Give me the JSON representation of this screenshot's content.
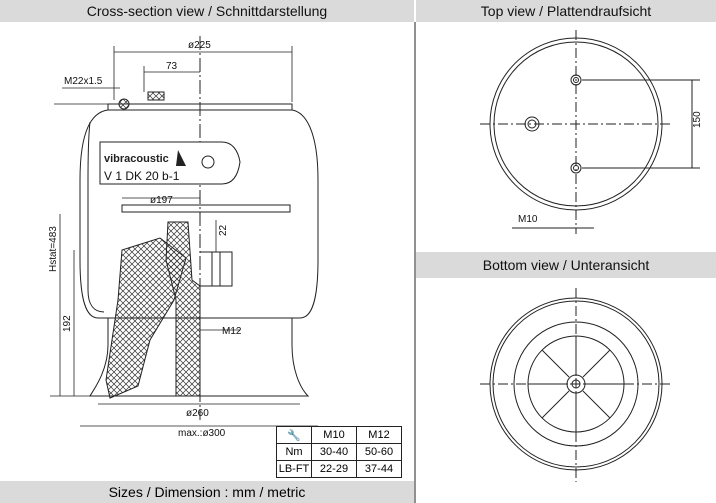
{
  "headers": {
    "cross_section": "Cross-section view / Schnittdarstellung",
    "top_view": "Top view / Plattendraufsicht",
    "bottom_view": "Bottom view / Unteransicht"
  },
  "footer": "Sizes / Dimension : mm / metric",
  "dimensions": {
    "d225": "ø225",
    "d73": "73",
    "m22": "M22x1.5",
    "d197": "ø197",
    "d22": "22",
    "m12": "M12",
    "d260": "ø260",
    "max300": "max.:ø300",
    "hstat": "Hstat=483",
    "d192": "192",
    "d150": "150",
    "m10": "M10"
  },
  "brand": "vibracoustic",
  "model": "V 1 DK 20 b-1",
  "torque_table": {
    "columns": [
      "M10",
      "M12"
    ],
    "rows": [
      {
        "label": "Nm",
        "values": [
          "30-40",
          "50-60"
        ]
      },
      {
        "label": "LB-FT",
        "values": [
          "22-29",
          "37-44"
        ]
      }
    ]
  }
}
